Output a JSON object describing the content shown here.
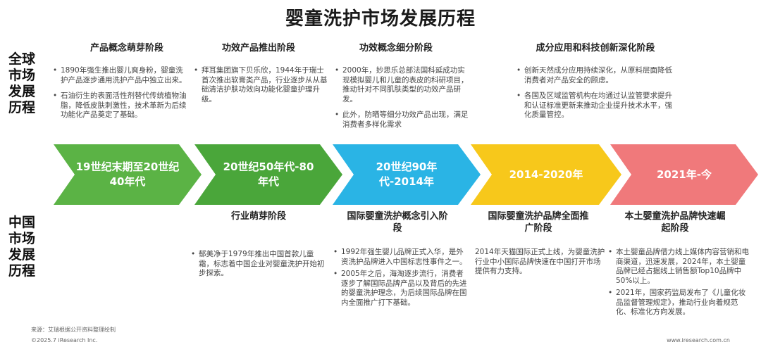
{
  "title": "婴童洗护市场发展历程",
  "global_label": "全球市场发展历程",
  "china_label": "中国市场发展历程",
  "stages_global": [
    "产品概念萌芽阶段",
    "功效产品推出阶段",
    "功效概念细分阶段",
    "成分应用和科技创新深化阶段"
  ],
  "global_bullets": [
    [
      "1890年强生推出婴儿爽身粉，婴童洗护产品逐步通用洗护产品中独立出来。",
      "石油衍生的表面活性剂替代传统植物油脂，降低皮肤刺激性，技术革新为后续功能化产品奠定了基础。"
    ],
    [
      "拜耳集团旗下贝乐欣，1944年于瑞士首次推出软膏类产品，行业逐步从从基础清洁护肤功效向功能化婴童护理升级。"
    ],
    [
      "2000年，妙思乐总部法国科延成功实现模拟婴儿和儿童的表皮的科研项目，推动针对不同肌肤类型的功效产品研发。",
      "此外，防晒等细分功效产品出现，满足消费者多样化需求"
    ],
    [
      "创新天然成分应用持续深化，从原料层面降低消费者对产品安全的顾虑。",
      "各国及区域监管机构在均通过认监管要求提升和认证标准更新来推动企业提升技术水平，强化质量管控。"
    ]
  ],
  "timeline": [
    {
      "label": "19世纪末期至20世纪40年代",
      "color": "#5bb345"
    },
    {
      "label": "20世纪50年代-80年代",
      "color": "#4aa63a"
    },
    {
      "label": "20世纪90年代-2014年",
      "color": "#2ab4e5"
    },
    {
      "label": "2014-2020年",
      "color": "#f7c81b"
    },
    {
      "label": "2021年-今",
      "color": "#f0797b"
    }
  ],
  "stages_china": [
    "行业萌芽阶段",
    "国际婴童洗护概念引入阶段",
    "国际婴童洗护品牌全面推广阶段",
    "本土婴童洗护品牌快速崛起阶段"
  ],
  "china_bullets_1": [
    "郁美净于1979年推出中国首款儿童霜，标志着中国企业对婴童洗护开始初步探索。"
  ],
  "china_bullets_2": [
    "1992年强生婴儿品牌正式入华，是外资洗护品牌进入中国标志性事件之一。",
    "2005年之后，海淘逐步流行，消费者逐步了解国际品牌产品以及背后的先进的婴童洗护理念，为后续国际品牌在国内全面推广打下基础。"
  ],
  "china_text_3": "2014年天猫国际正式上线，为婴童洗护行业中小国际品牌快速在中国打开市场提供有力支持。",
  "china_bullets_4": [
    "本土婴童品牌借力线上媒体内容营销和电商渠道，迅速发展，2024年，本土婴童品牌已经占据线上销售额Top10品牌中50%以上。",
    "2021年，国家药监局发布了《儿童化妆品监督管理规定》，推动行业向着规范化、标准化方向发展。"
  ],
  "footer": {
    "source": "来源：艾瑞根据公开资料整理绘制",
    "copyright": "©2025.7 iResearch Inc.",
    "website": "www.iresearch.com.cn"
  }
}
